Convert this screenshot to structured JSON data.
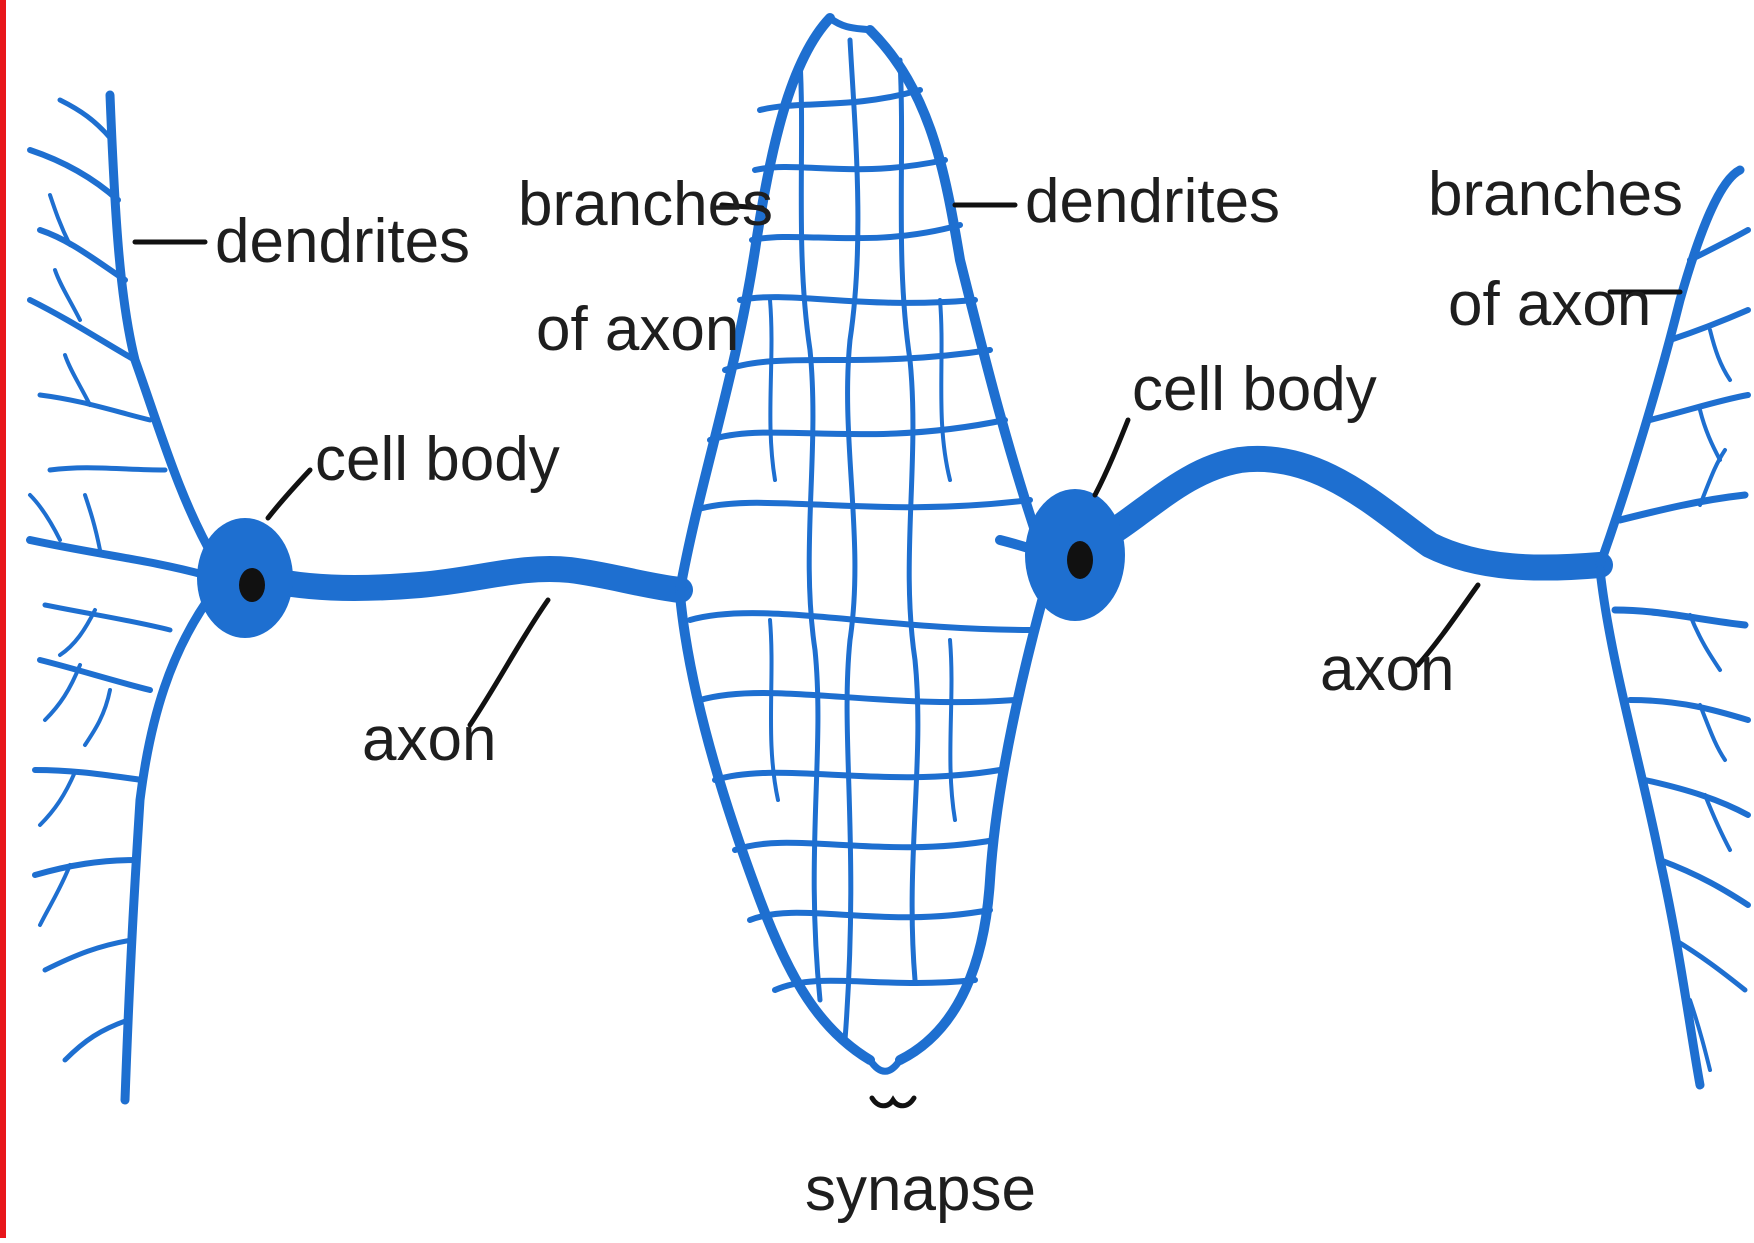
{
  "labels": {
    "dendrites_left": "dendrites",
    "cell_body_left": "cell body",
    "axon_left": "axon",
    "branches_of_axon_mid_line1": "branches",
    "branches_of_axon_mid_line2": "of axon",
    "dendrites_mid": "dendrites",
    "synapse": "synapse",
    "cell_body_right": "cell body",
    "axon_right": "axon",
    "branches_of_axon_right_line1": "branches",
    "branches_of_axon_right_line2": "of axon"
  },
  "colors": {
    "neuron": "#1e6fd0",
    "label_text": "#1e1e1e",
    "nucleus": "#111111",
    "left_border": "#e8161b",
    "background": "#ffffff"
  }
}
